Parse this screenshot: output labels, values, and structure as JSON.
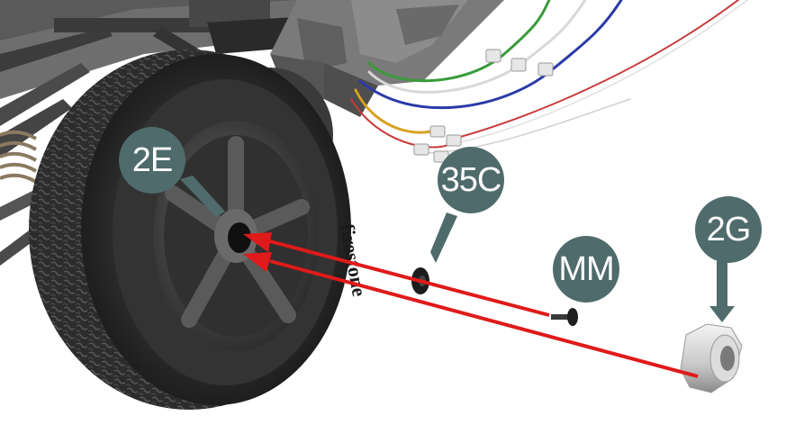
{
  "callouts": [
    {
      "id": "2E",
      "label": "2E",
      "color": "#4f6b6b"
    },
    {
      "id": "35C",
      "label": "35C",
      "color": "#4f6b6b"
    },
    {
      "id": "MM",
      "label": "MM",
      "color": "#4f6b6b"
    },
    {
      "id": "2G",
      "label": "2G",
      "color": "#4f6b6b"
    }
  ],
  "tire_sidewall_text": "firestone",
  "colors": {
    "callout": "#4f6b6b",
    "assembly_arrow": "#e01a1a",
    "tire": "#2e2e2e",
    "wire_green": "#3a9a3a",
    "wire_blue": "#2a3aa8",
    "wire_orange": "#d8a020",
    "wire_red": "#c83a3a",
    "wire_white": "#d8d8d8"
  }
}
